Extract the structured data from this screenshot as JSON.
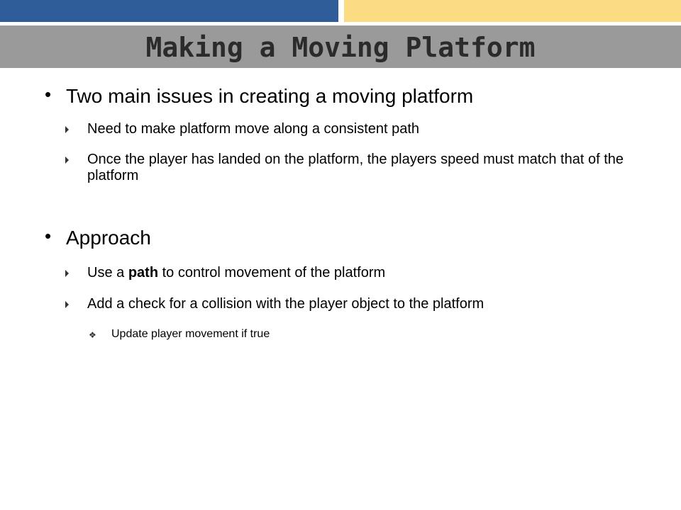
{
  "slide": {
    "title": "Making a Moving Platform",
    "bullets": [
      {
        "text": "Two main issues in creating a moving platform",
        "sub": [
          "Need to make platform move along a consistent path",
          "Once the player has landed on the platform, the players speed must match that of the platform"
        ]
      },
      {
        "text": "Approach",
        "sub_a_prefix": "Use a ",
        "sub_a_bold": "path",
        "sub_a_suffix": " to control movement of the platform",
        "sub_b": "Add a check for a collision with the player object to the platform",
        "sub_b_child": "Update player movement if true"
      }
    ]
  },
  "colors": {
    "band_left": "#2e5d9a",
    "band_right": "#fbdc82",
    "title_bar": "#9a9a9a",
    "title_text": "#2b2b2b"
  }
}
